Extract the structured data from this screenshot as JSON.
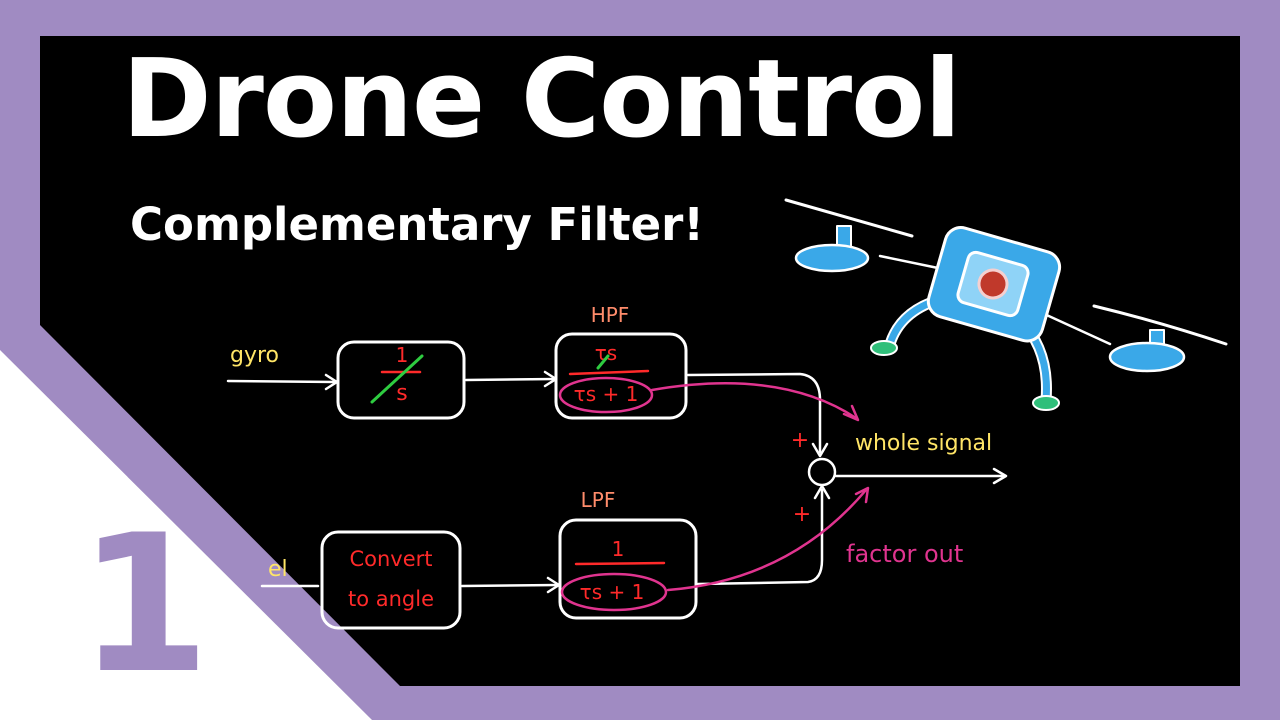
{
  "header": {
    "title": "Drone Control",
    "subtitle": "Complementary Filter!"
  },
  "episode_number": "1",
  "diagram": {
    "input_gyro": "gyro",
    "input_accel_partial": "el",
    "integrator": {
      "numerator": "1",
      "denominator": "s"
    },
    "convert_block": {
      "line1": "Convert",
      "line2": "to angle"
    },
    "hpf": {
      "label": "HPF",
      "numerator": "τs",
      "denominator": "τs + 1"
    },
    "lpf": {
      "label": "LPF",
      "numerator": "1",
      "denominator": "τs + 1"
    },
    "sum_plus_top": "+",
    "sum_plus_bottom": "+",
    "annotation_whole_signal": "whole signal",
    "annotation_factor_out": "factor out"
  },
  "colors": {
    "frame": "#a08bc2",
    "board": "#000000",
    "title_text": "#ffffff",
    "ink_white": "#ffffff",
    "ink_yellow": "#ffe566",
    "ink_red": "#ff2a2a",
    "ink_orange": "#ff8c6b",
    "ink_magenta": "#e0348f",
    "ink_green": "#2ecc40",
    "drone_blue": "#3aa8e8"
  }
}
